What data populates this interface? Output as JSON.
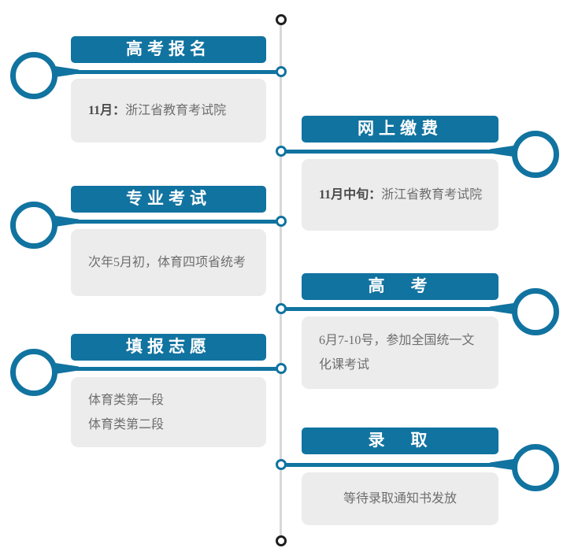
{
  "colors": {
    "accent": "#1173A0",
    "content_box_bg": "#ECECEC",
    "axis_line": "#D8D8D8",
    "endpoint_dot": "#1F1F1F",
    "header_text": "#FFFFFF",
    "body_text": "#6E6E6E",
    "body_text_bold": "#4A4A4A"
  },
  "timeline": {
    "type": "vertical-alternating-timeline",
    "steps": [
      {
        "id": "registration",
        "side": "left",
        "title": "高考报名",
        "body_bold": "11月：",
        "body_text": "浙江省教育考试院",
        "body_line2": ""
      },
      {
        "id": "online-payment",
        "side": "right",
        "title": "网上缴费",
        "body_bold": "11月中旬：",
        "body_text": "浙江省教育考试院",
        "body_line2": ""
      },
      {
        "id": "major-exam",
        "side": "left",
        "title": "专业考试",
        "body_bold": "",
        "body_text": "次年5月初，体育四项省统考",
        "body_line2": ""
      },
      {
        "id": "college-exam",
        "side": "right",
        "title": "高　考",
        "body_bold": "",
        "body_text": "6月7-10号，参加全国统一文化课考试",
        "body_line2": ""
      },
      {
        "id": "fill-preferences",
        "side": "left",
        "title": "填报志愿",
        "body_bold": "",
        "body_text": "体育类第一段",
        "body_line2": "体育类第二段"
      },
      {
        "id": "admission",
        "side": "right",
        "title": "录　取",
        "body_bold": "",
        "body_text": "等待录取通知书发放",
        "body_line2": ""
      }
    ]
  }
}
